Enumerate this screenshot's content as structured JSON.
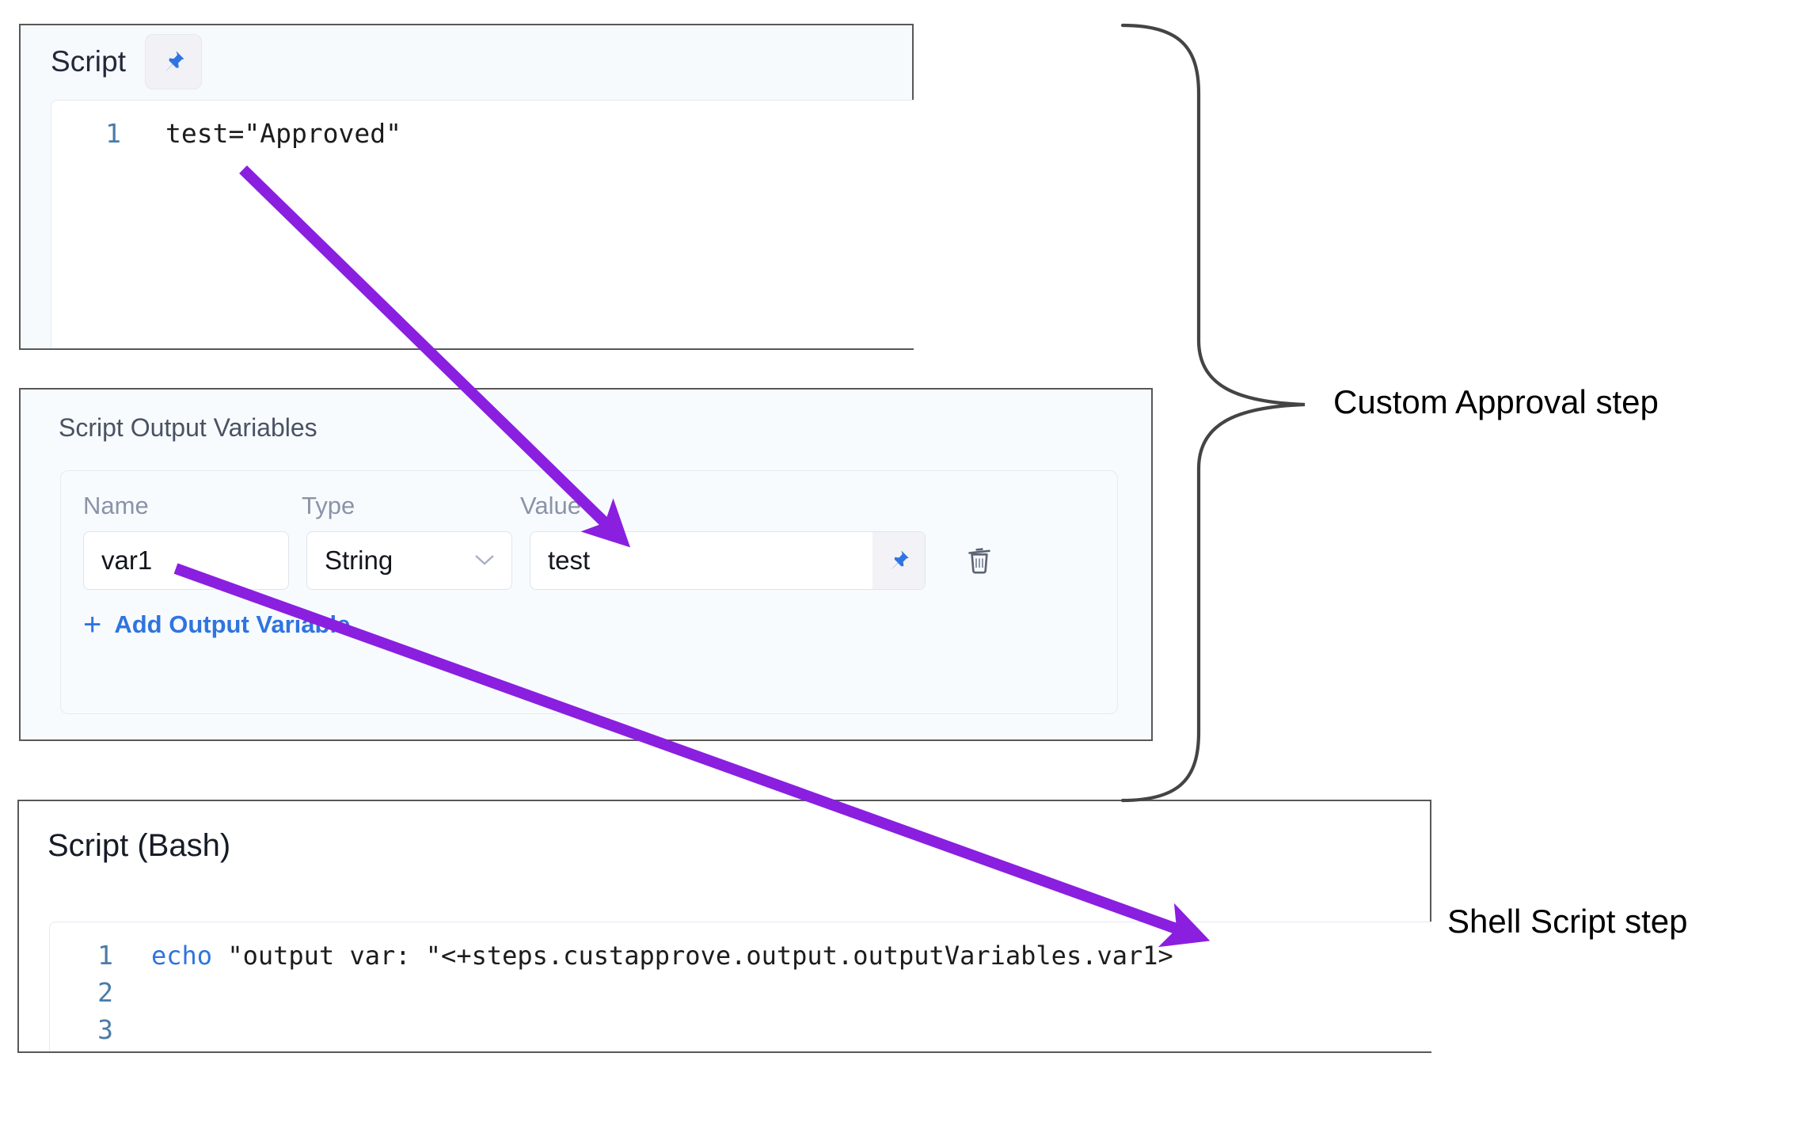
{
  "script_panel": {
    "title": "Script",
    "pin_icon": "pin-icon",
    "code": [
      {
        "num": "1",
        "text": "test=\"Approved\""
      }
    ]
  },
  "output_variables_panel": {
    "title": "Script Output Variables",
    "columns": [
      "Name",
      "Type",
      "Value"
    ],
    "rows": [
      {
        "name": "var1",
        "type": "String",
        "value": "test",
        "chevron": "⌄",
        "pin_icon": "pin-icon",
        "delete_icon": "trash-icon"
      }
    ],
    "add_label": "Add Output Variable",
    "add_plus": "+"
  },
  "bash_panel": {
    "title": "Script (Bash)",
    "code": [
      {
        "num": "1",
        "keyword": "echo",
        "rest": " \"output var: \"<+steps.custapprove.output.outputVariables.var1>"
      },
      {
        "num": "2",
        "keyword": "",
        "rest": ""
      },
      {
        "num": "3",
        "keyword": "",
        "rest": ""
      }
    ]
  },
  "annotations": {
    "custom_approval": "Custom Approval step",
    "shell_script": "Shell Script step",
    "arrow_color": "#8A1FE0",
    "brace_color": "#444444",
    "accent_blue": "#2f74e0"
  }
}
